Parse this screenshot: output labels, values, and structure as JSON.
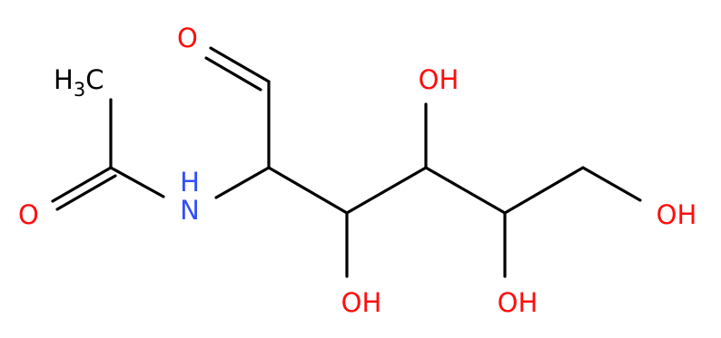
{
  "colors": {
    "bond": "#000000",
    "carbon": "#000000",
    "oxygen": "#ff0d0d",
    "nitrogen": "#3050f8"
  },
  "atoms": {
    "methyl": {
      "text": "H",
      "sub": "3",
      "tail": "C"
    },
    "amide_o": "O",
    "nh": "N",
    "nh_h": "H",
    "aldehyde_o": "O",
    "oh_c3": "OH",
    "oh_c4": "OH",
    "oh_c5": "OH",
    "oh_c6": "OH"
  }
}
